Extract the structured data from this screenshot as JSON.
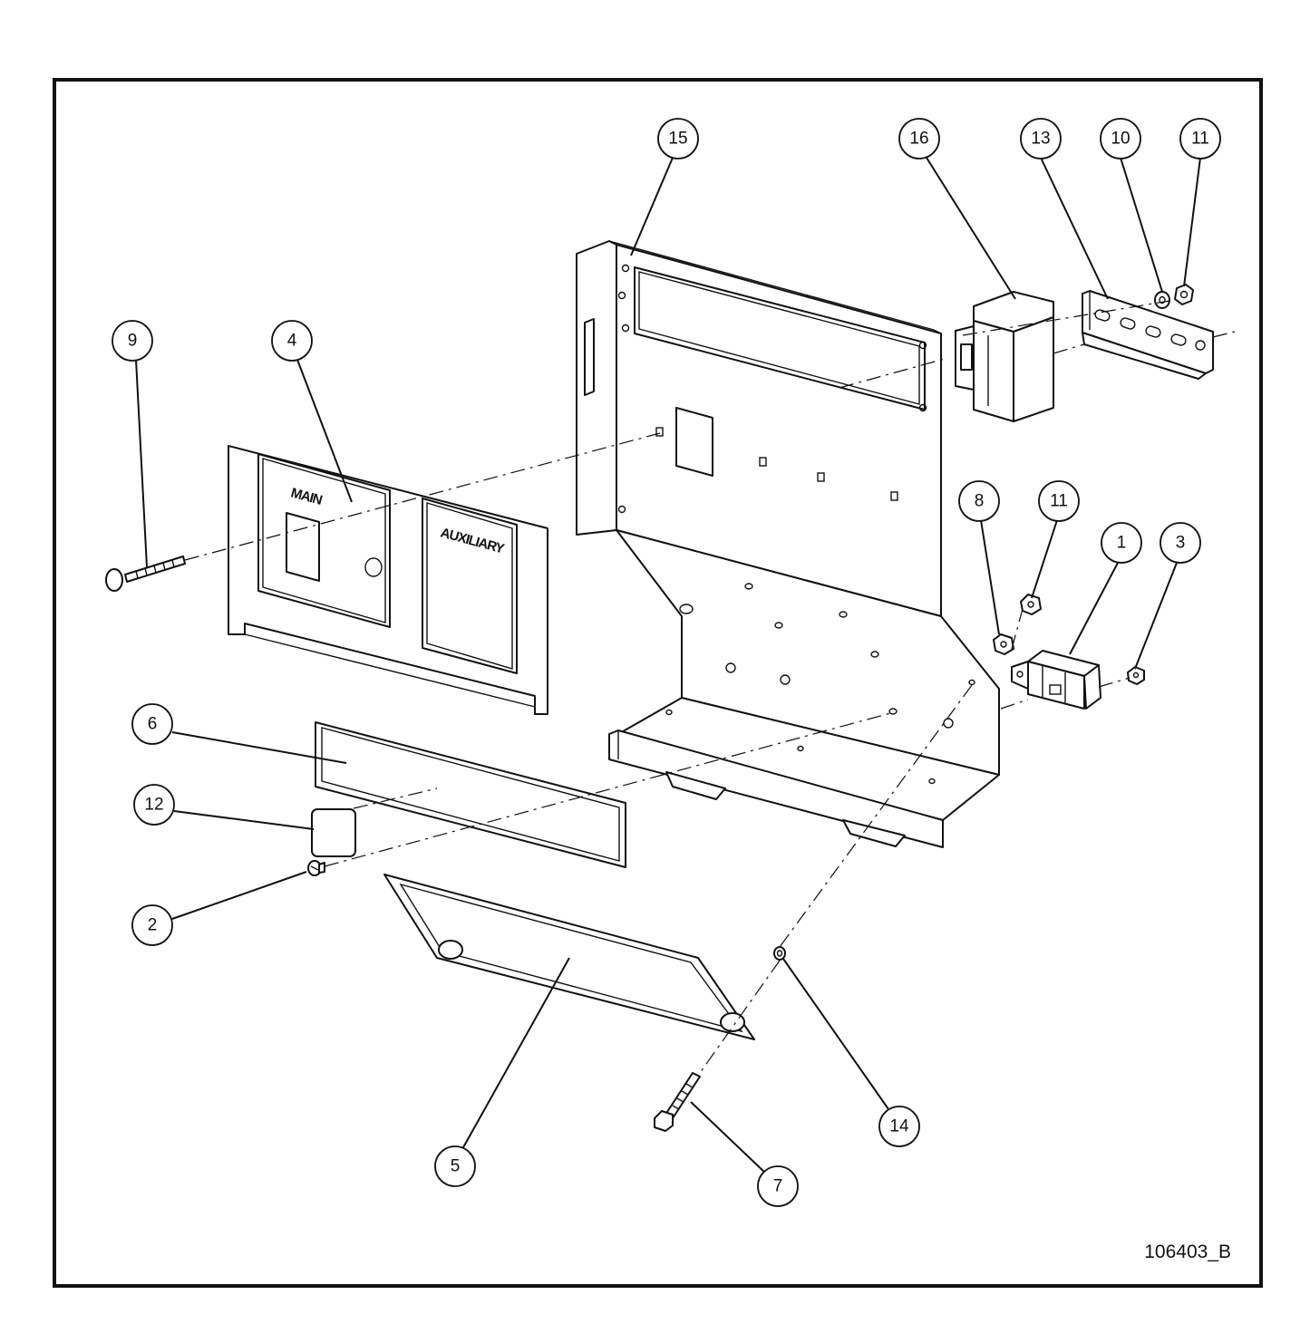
{
  "labels": {
    "main": "MAIN",
    "auxiliary": "AUXILIARY",
    "drawing_number": "106403_B"
  },
  "callouts": [
    "15",
    "16",
    "13",
    "10",
    "11",
    "9",
    "4",
    "8",
    "11",
    "1",
    "3",
    "6",
    "12",
    "2",
    "5",
    "7",
    "14"
  ]
}
